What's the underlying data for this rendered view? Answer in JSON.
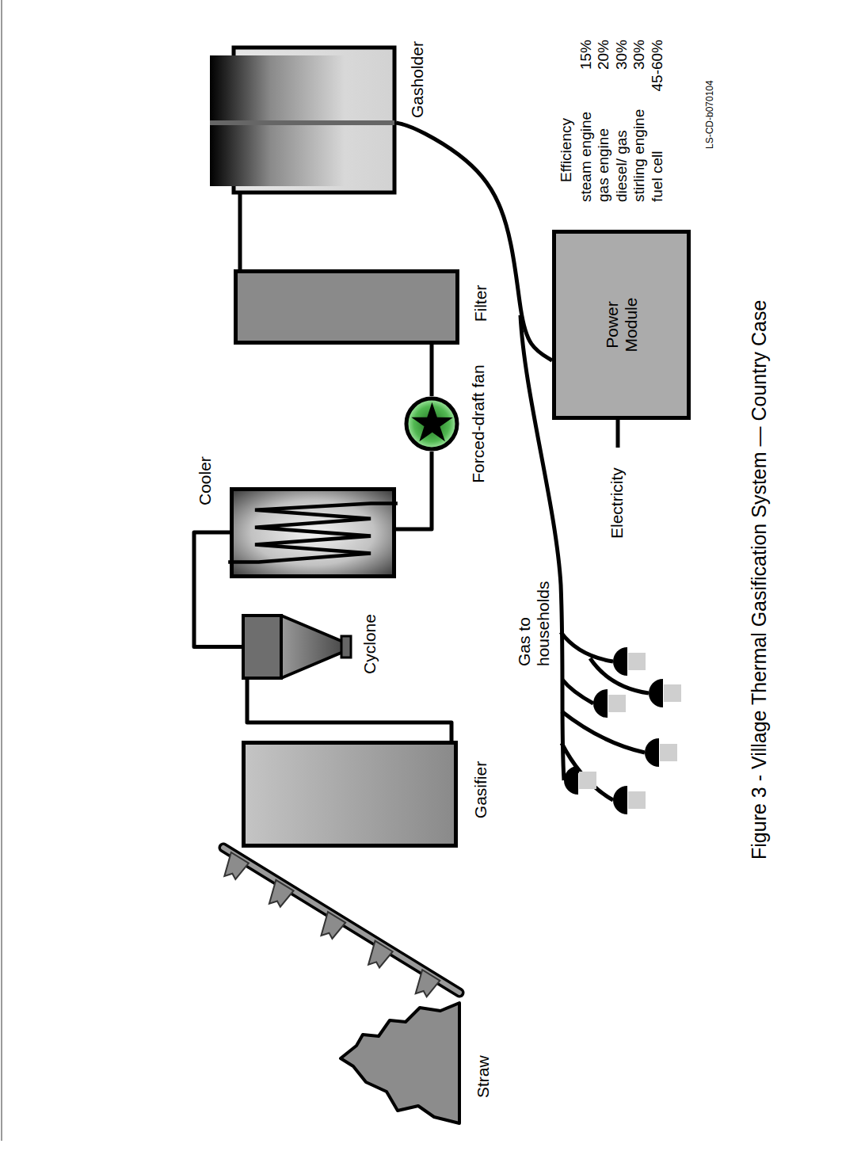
{
  "diagram": {
    "caption": "Figure 3 - Village Thermal Gasification System — Country Case",
    "nodes": [
      {
        "text": [
          "Gasifier"
        ]
      },
      {
        "text": [
          "Cyclone"
        ]
      },
      {
        "text": [
          "Cooler"
        ]
      },
      {
        "text": [
          "Forced-draft fan"
        ]
      },
      {
        "text": [
          "Filter"
        ]
      },
      {
        "text": [
          "Gasholder"
        ]
      },
      {
        "text": [
          "Power Module"
        ]
      }
    ],
    "edges": [
      {
        "from": 0,
        "to": 1,
        "arrow": "none"
      },
      {
        "from": 1,
        "to": 2,
        "arrow": "none"
      },
      {
        "from": 2,
        "to": 3,
        "arrow": "none"
      },
      {
        "from": 3,
        "to": 4,
        "arrow": "none"
      },
      {
        "from": 4,
        "to": 5,
        "arrow": "none"
      },
      {
        "from": 5,
        "to": 6,
        "arrow": "none"
      }
    ],
    "labels": [
      "Straw",
      "Gas to households",
      "Electricity",
      "Efficiency",
      "steam engine",
      "15%",
      "gas engine",
      "20%",
      "diesel/ gas",
      "30%",
      "stirling engine",
      "30%",
      "fuel cell",
      "45-60%",
      "LS-CD-b070104"
    ]
  }
}
